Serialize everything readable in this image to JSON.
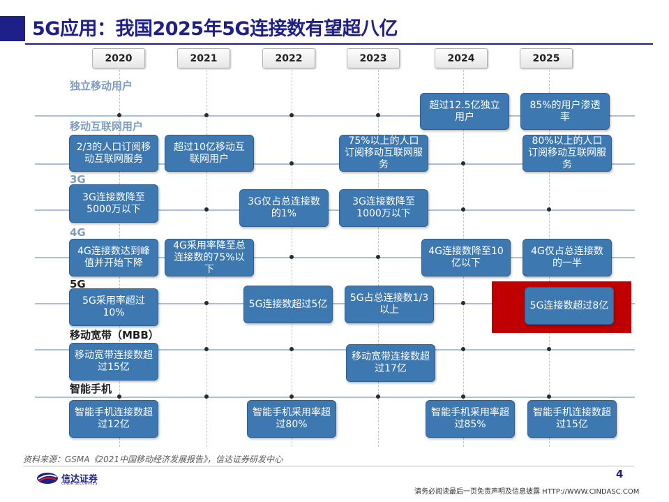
{
  "header": {
    "title": "5G应用：我国2025年5G连接数有望超八亿"
  },
  "timeline": {
    "years": [
      "2020",
      "2021",
      "2022",
      "2023",
      "2024",
      "2025"
    ],
    "categories": {
      "independent_mobile": "独立移动用户",
      "mobile_internet": "移动互联网用户",
      "g3": "3G",
      "g4": "4G",
      "g5": "5G",
      "mbb": "移动宽带（MBB）",
      "smartphone": "智能手机"
    },
    "cells": {
      "ind_2024": "超过12.5亿独立用户",
      "ind_2025": "85%的用户渗透率",
      "mi_2020": "2/3的人口订阅移动互联网服务",
      "mi_2021": "超过10亿移动互联网用户",
      "mi_2023": "75%以上的人口订阅移动互联网服务",
      "mi_2025": "80%以上的人口订阅移动互联网服务",
      "g3_2020": "3G连接数降至5000万以下",
      "g3_2022": "3G仅占总连接数的1%",
      "g3_2023": "3G连接数降至1000万以下",
      "g4_2020": "4G连接数达到峰值并开始下降",
      "g4_2021": "4G采用率降至总连接数的75%以下",
      "g4_2024": "4G连接数降至10亿以下",
      "g4_2025": "4G仅占总连接数的一半",
      "g5_2020": "5G采用率超过10%",
      "g5_2022": "5G连接数超过5亿",
      "g5_2023": "5G占总连接数1/3以上",
      "g5_2025": "5G连接数超过8亿",
      "mbb_2020": "移动宽带连接数超过15亿",
      "mbb_2023": "移动宽带连接数超过17亿",
      "sp_2020": "智能手机连接数超过12亿",
      "sp_2022": "智能手机采用率超过80%",
      "sp_2024": "智能手机采用率超过85%",
      "sp_2025": "智能手机连接数超过15亿"
    }
  },
  "footer": {
    "source": "资料来源：GSMA《2021中国移动经济发展报告》，信达证券研发中心",
    "page_number": "4",
    "logo_text": "信达证券",
    "logo_sub": "CINDA SECURITIES",
    "disclaimer": "请务必阅读最后一页免责声明及信息披露 HTTP://WWW.CINDASC.COM"
  },
  "colors": {
    "brand": "#1f1f8a",
    "box": "#3d78b0",
    "highlight": "#c00000",
    "line": "#a9c0d6"
  }
}
